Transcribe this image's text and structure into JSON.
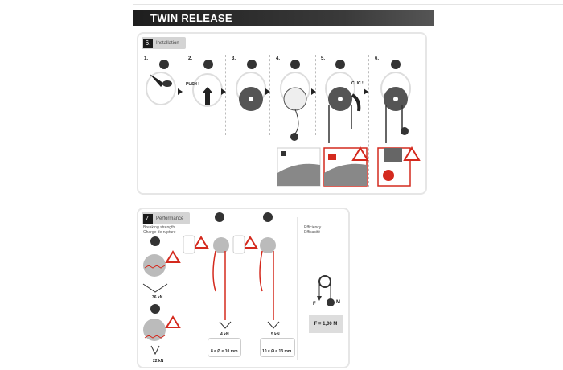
{
  "header": {
    "title": "TWIN RELEASE"
  },
  "installation": {
    "number": "6.",
    "label": "Installation",
    "steps": [
      "1.",
      "2.",
      "3.",
      "4.",
      "5.",
      "6."
    ],
    "push_label": "PUSH !",
    "clic_label": "CLIC !"
  },
  "performance": {
    "number": "7.",
    "label": "Performance",
    "breaking_strength": [
      "Breaking strength",
      "Charge de rupture"
    ],
    "strength_values": [
      "36 kN",
      "22 kN"
    ],
    "load_values": [
      "4 kN",
      "5 kN"
    ],
    "rope_diameters": [
      "8 ≤ Ø ≤ 10 mm",
      "10 ≤ Ø ≤ 13 mm"
    ],
    "efficiency": [
      "Efficiency",
      "Efficacité"
    ],
    "force_label": "F",
    "mass_label": "M",
    "formula": "F = 1,00 M"
  },
  "colors": {
    "accent": "#d42a1e",
    "dark": "#222222"
  },
  "icons": [
    "device-icon",
    "arrow-icon",
    "warning-icon",
    "lock-icon",
    "unlock-icon",
    "rope-icon",
    "pulley-icon"
  ]
}
